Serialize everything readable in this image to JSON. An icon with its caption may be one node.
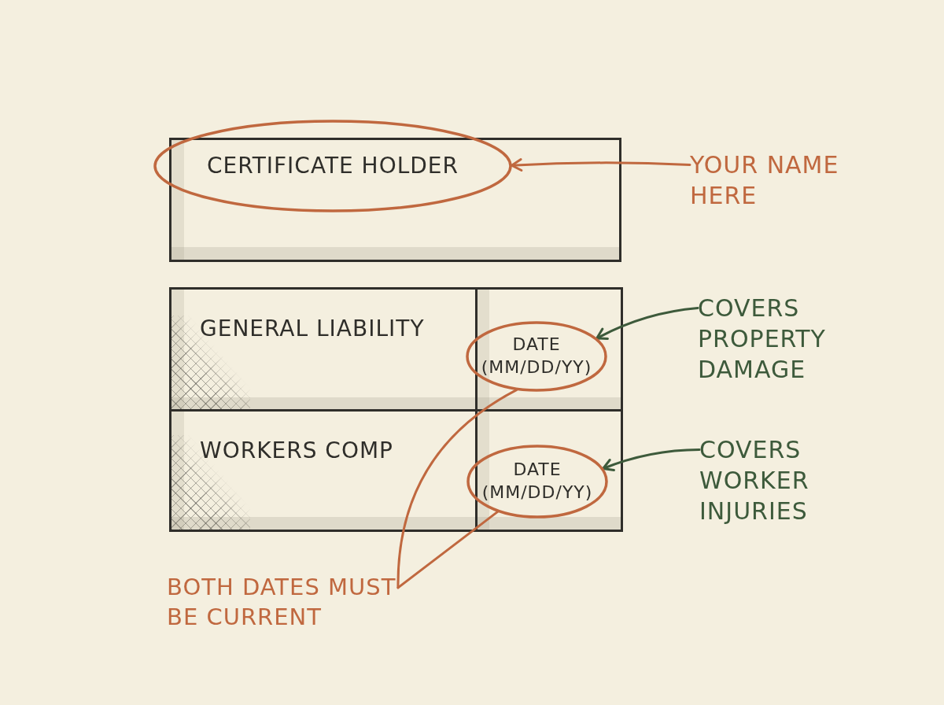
{
  "diagram": {
    "nodes": [
      {
        "text": [
          "CERTIFICATE HOLDER"
        ]
      },
      {
        "text": [
          "YOUR NAME HERE"
        ]
      },
      {
        "text": [
          "GENERAL LIABILITY"
        ]
      },
      {
        "text": [
          "DATE (MM/DD/YY)"
        ]
      },
      {
        "text": [
          "COVERS PROPERTY DAMAGE"
        ]
      },
      {
        "text": [
          "WORKERS COMP"
        ]
      },
      {
        "text": [
          "DATE (MM/DD/YY)"
        ]
      },
      {
        "text": [
          "COVERS WORKER INJURIES"
        ]
      },
      {
        "text": [
          "BOTH DATES MUST BE CURRENT"
        ]
      }
    ],
    "edges": [
      {
        "from": 1,
        "to": 0,
        "arrow": "to"
      },
      {
        "from": 4,
        "to": 3,
        "arrow": "to",
        "color": "#3d5a3b"
      },
      {
        "from": 7,
        "to": 6,
        "arrow": "to",
        "color": "#3d5a3b"
      },
      {
        "from": 8,
        "to": 3,
        "arrow": "none"
      },
      {
        "from": 8,
        "to": 6,
        "arrow": "none"
      }
    ]
  }
}
